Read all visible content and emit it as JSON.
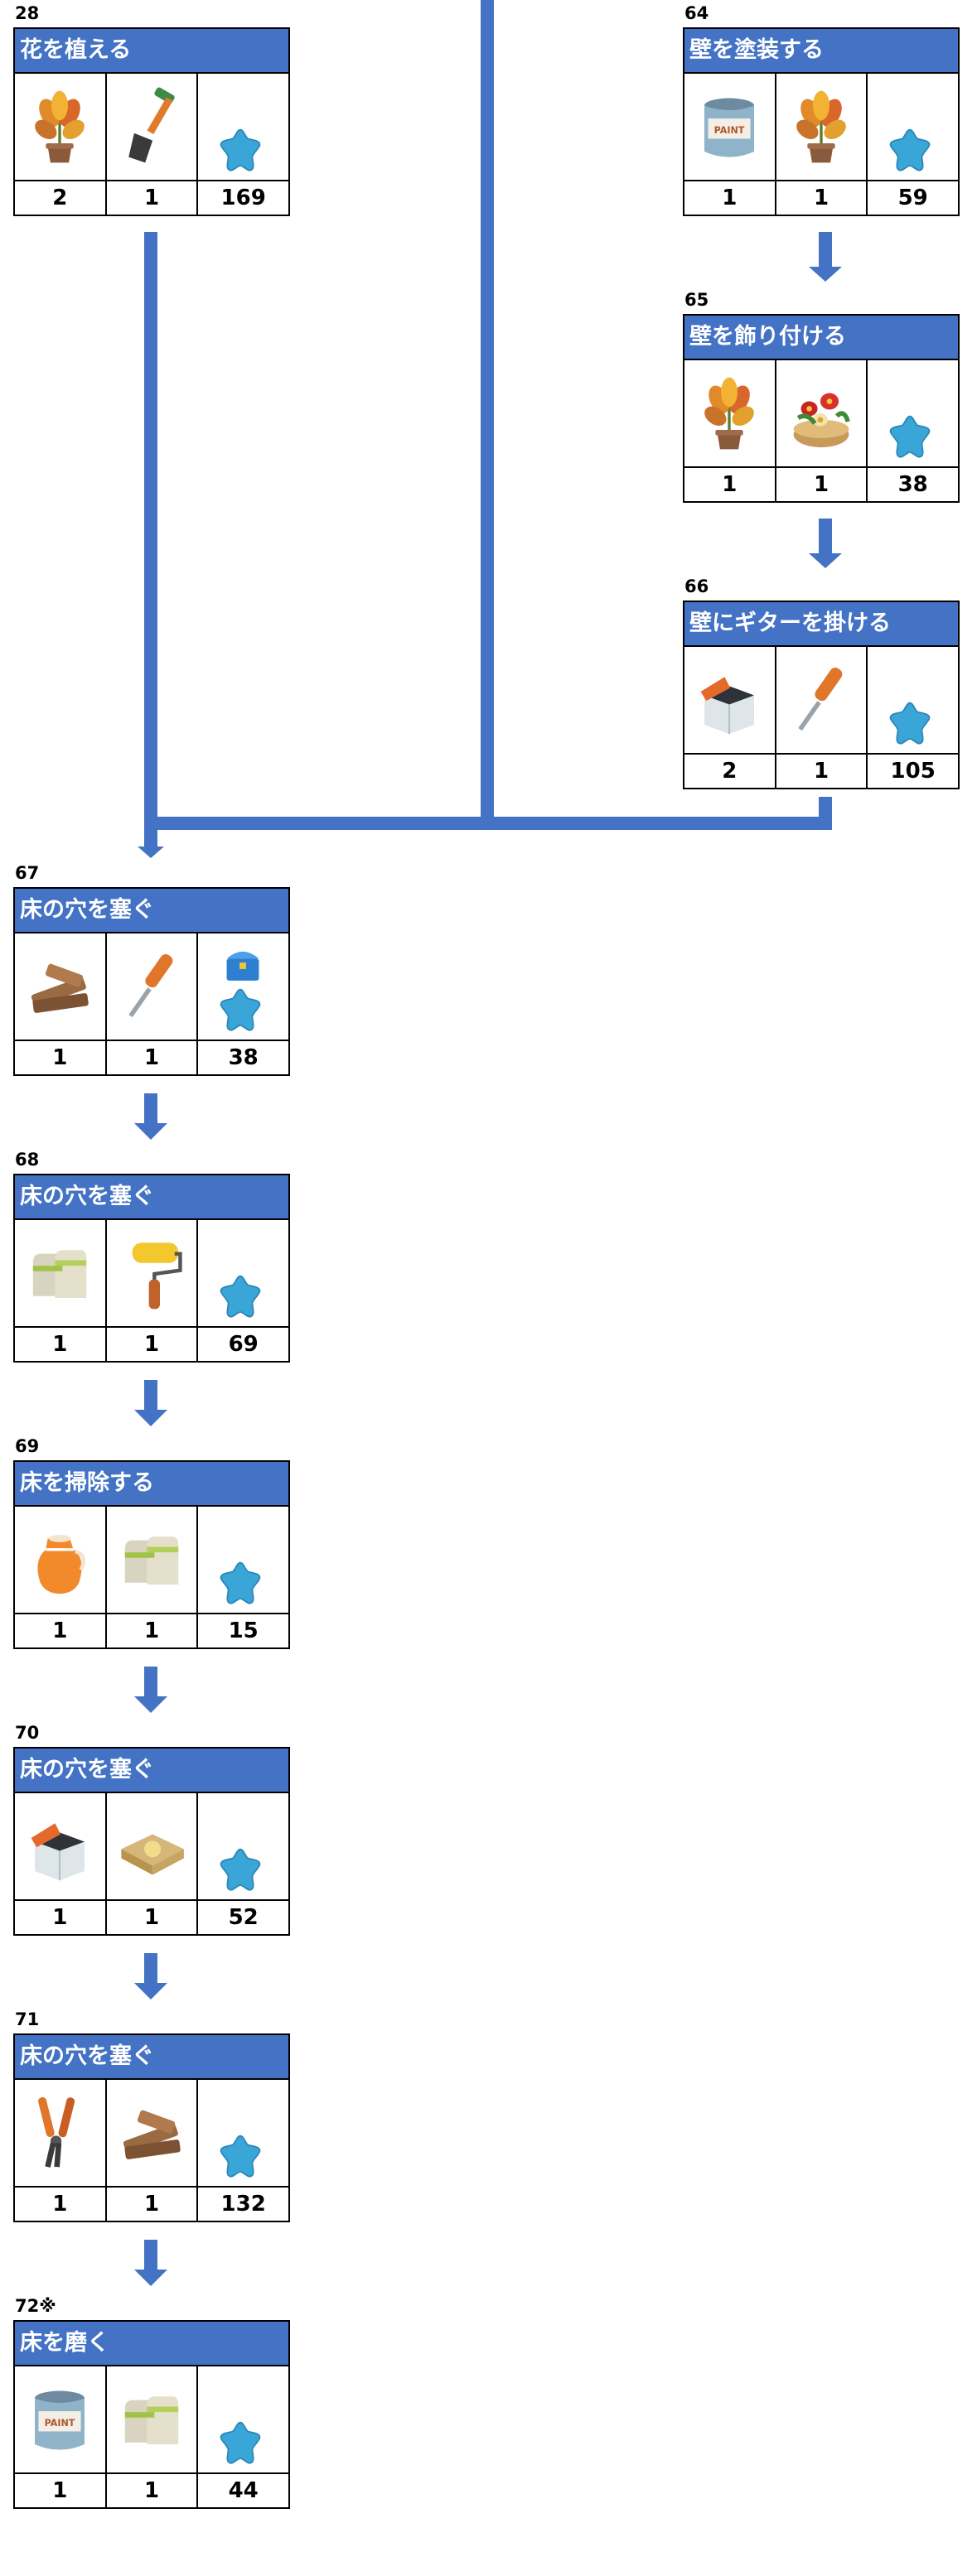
{
  "colors": {
    "header": "#4472c4",
    "connector": "#4472c4",
    "star": "#3aa6d8"
  },
  "tasks": [
    {
      "id": "28",
      "number": "28",
      "title": "花を植える",
      "items": [
        {
          "icon": "potted-plant-icon",
          "count": "2"
        },
        {
          "icon": "shovel-icon",
          "count": "1"
        }
      ],
      "reward": "169"
    },
    {
      "id": "64",
      "number": "64",
      "title": "壁を塗装する",
      "items": [
        {
          "icon": "paint-bucket-icon",
          "count": "1"
        },
        {
          "icon": "potted-plant-icon",
          "count": "1"
        }
      ],
      "reward": "59"
    },
    {
      "id": "65",
      "number": "65",
      "title": "壁を飾り付ける",
      "items": [
        {
          "icon": "potted-plant-icon",
          "count": "1"
        },
        {
          "icon": "flower-basket-icon",
          "count": "1"
        }
      ],
      "reward": "38"
    },
    {
      "id": "66",
      "number": "66",
      "title": "壁にギターを掛ける",
      "items": [
        {
          "icon": "nails-box-icon",
          "count": "2"
        },
        {
          "icon": "screwdriver-icon",
          "count": "1"
        }
      ],
      "reward": "105"
    },
    {
      "id": "67",
      "number": "67",
      "title": "床の穴を塞ぐ",
      "items": [
        {
          "icon": "wood-planks-icon",
          "count": "1"
        },
        {
          "icon": "screwdriver-icon",
          "count": "1"
        }
      ],
      "reward": "38",
      "reward_extra_icon": "chest-icon"
    },
    {
      "id": "68",
      "number": "68",
      "title": "床の穴を塞ぐ",
      "items": [
        {
          "icon": "gloves-icon",
          "count": "1"
        },
        {
          "icon": "paint-roller-icon",
          "count": "1"
        }
      ],
      "reward": "69"
    },
    {
      "id": "69",
      "number": "69",
      "title": "床を掃除する",
      "items": [
        {
          "icon": "jug-icon",
          "count": "1"
        },
        {
          "icon": "gloves-icon",
          "count": "1"
        }
      ],
      "reward": "15"
    },
    {
      "id": "70",
      "number": "70",
      "title": "床の穴を塞ぐ",
      "items": [
        {
          "icon": "nails-box-icon",
          "count": "1"
        },
        {
          "icon": "sandpaper-icon",
          "count": "1"
        }
      ],
      "reward": "52"
    },
    {
      "id": "71",
      "number": "71",
      "title": "床の穴を塞ぐ",
      "items": [
        {
          "icon": "pliers-icon",
          "count": "1"
        },
        {
          "icon": "wood-planks-icon",
          "count": "1"
        }
      ],
      "reward": "132"
    },
    {
      "id": "72",
      "number": "72※",
      "title": "床を磨く",
      "items": [
        {
          "icon": "paint-bucket-icon",
          "count": "1"
        },
        {
          "icon": "gloves-icon",
          "count": "1"
        }
      ],
      "reward": "44"
    }
  ]
}
